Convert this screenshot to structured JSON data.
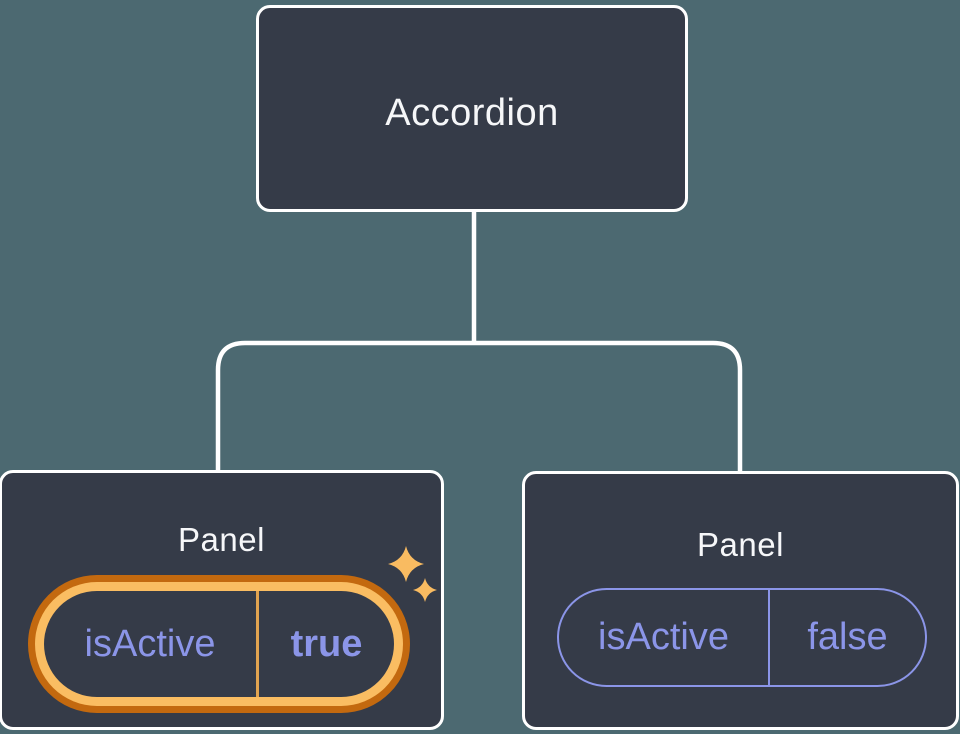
{
  "diagram": {
    "background_color": "#4C6971",
    "node_fill_color": "#353B48",
    "node_border_color": "#FFFFFF",
    "title_text_color": "#F6F7F9",
    "prop_text_color": "#8B95E8",
    "highlight_ring_outer_color": "#C3690F",
    "highlight_ring_inner_color": "#FABD62",
    "highlight_divider_color": "#E2A450",
    "sparkle_color": "#F9BB61",
    "root": {
      "label": "Accordion"
    },
    "panels": [
      {
        "label": "Panel",
        "prop_name": "isActive",
        "prop_value": "true",
        "highlighted": true
      },
      {
        "label": "Panel",
        "prop_name": "isActive",
        "prop_value": "false",
        "highlighted": false
      }
    ]
  }
}
